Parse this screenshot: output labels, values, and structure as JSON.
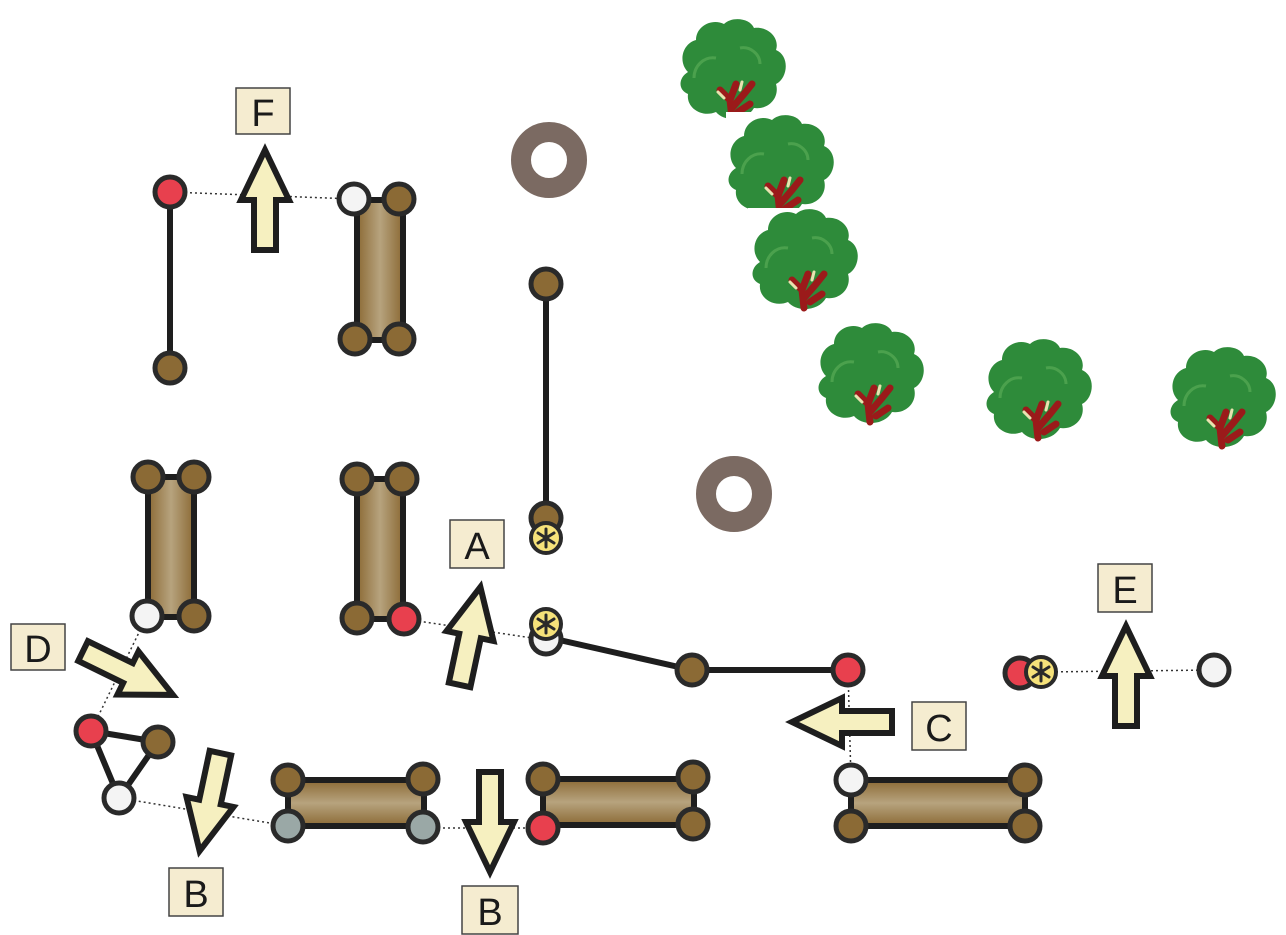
{
  "labels": {
    "a": "A",
    "b1": "B",
    "b2": "B",
    "c": "C",
    "d": "D",
    "e": "E",
    "f": "F"
  },
  "colors": {
    "background": "#ffffff",
    "node_brown": "#8b6a35",
    "node_red": "#e8404e",
    "node_white": "#f4f4f4",
    "node_gray": "#9aa8a6",
    "node_yellow": "#f6e27a",
    "outline": "#2a2a2a",
    "beam_center": "#b7a37e",
    "beam_edge": "#8b6a35",
    "arrow_fill": "#f6f0c0",
    "label_fill": "#f5ecd0",
    "ring": "#7b6a62",
    "tree_green": "#2e8b3a",
    "tree_trunk": "#9b1a1a"
  },
  "icons": {
    "tree": "tree-icon",
    "ring": "ring-icon",
    "arrow": "arrow-icon",
    "joint": "joint-icon",
    "lock": "asterisk-lock-icon"
  }
}
